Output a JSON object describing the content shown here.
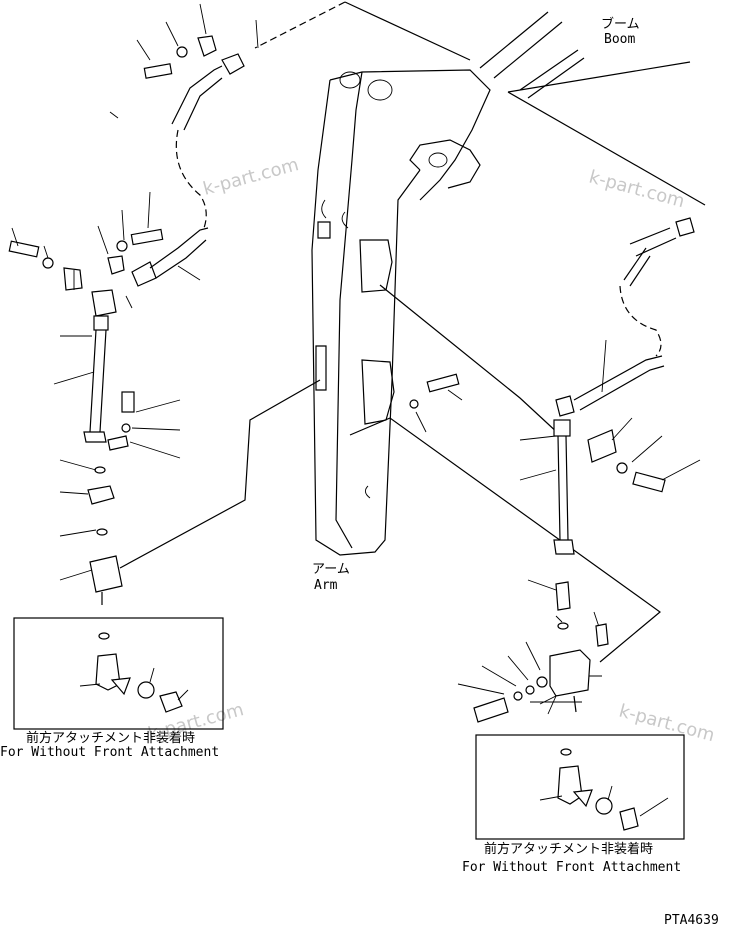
{
  "labels": {
    "boom_jp": "ブーム",
    "boom_en": "Boom",
    "arm_jp": "アーム",
    "arm_en": "Arm",
    "note_left_jp": "前方アタッチメント非装着時",
    "note_left_en": "For Without Front Attachment",
    "note_right_jp": "前方アタッチメント非装着時",
    "note_right_en": "For Without Front Attachment",
    "drawing_number": "PTA4639"
  },
  "watermarks": [
    "k-part.com",
    "k-part.com",
    "k-part.com",
    "k-part.com"
  ]
}
